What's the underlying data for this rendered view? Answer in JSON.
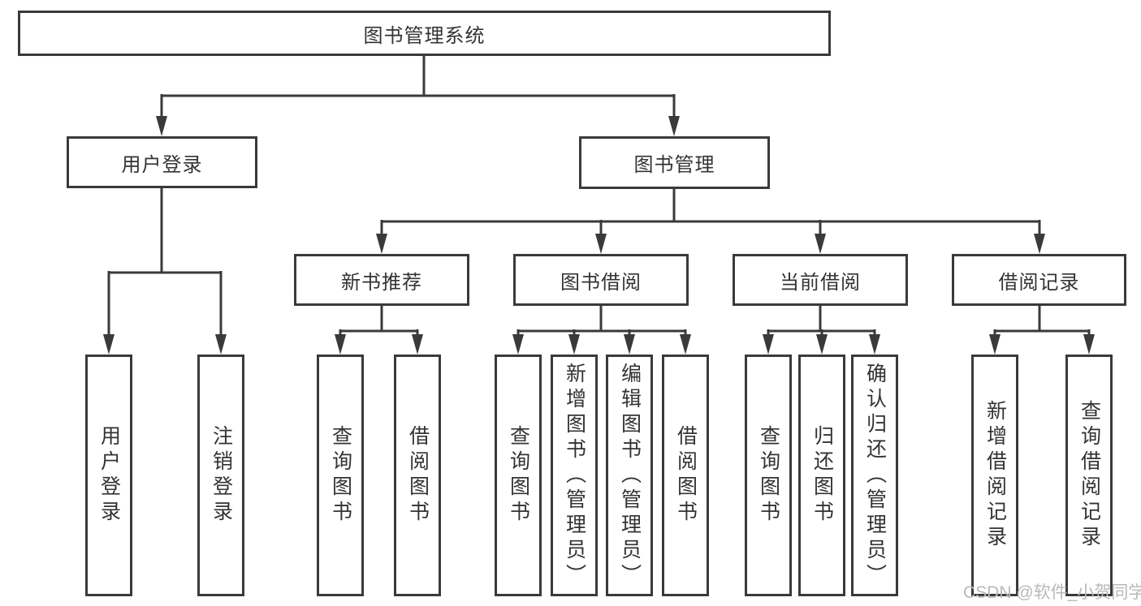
{
  "colors": {
    "line": "#3a3a3a",
    "box_border": "#3a3a3a",
    "text": "#333333",
    "watermark_text": "#b9b9b9",
    "background": "#ffffff"
  },
  "watermark": {
    "text": "CSDN @软件_小贺同学"
  },
  "tree": {
    "label": "图书管理系统",
    "children": [
      {
        "label": "用户登录",
        "children": [
          {
            "label": "用户登录"
          },
          {
            "label": "注销登录"
          }
        ]
      },
      {
        "label": "图书管理",
        "children": [
          {
            "label": "新书推荐",
            "children": [
              {
                "label": "查询图书"
              },
              {
                "label": "借阅图书"
              }
            ]
          },
          {
            "label": "图书借阅",
            "children": [
              {
                "label": "查询图书"
              },
              {
                "label": "新增图书（管理员）"
              },
              {
                "label": "编辑图书（管理员）"
              },
              {
                "label": "借阅图书"
              }
            ]
          },
          {
            "label": "当前借阅",
            "children": [
              {
                "label": "查询图书"
              },
              {
                "label": "归还图书"
              },
              {
                "label": "确认归还（管理员）"
              }
            ]
          },
          {
            "label": "借阅记录",
            "children": [
              {
                "label": "新增借阅记录"
              },
              {
                "label": "查询借阅记录"
              }
            ]
          }
        ]
      }
    ]
  }
}
